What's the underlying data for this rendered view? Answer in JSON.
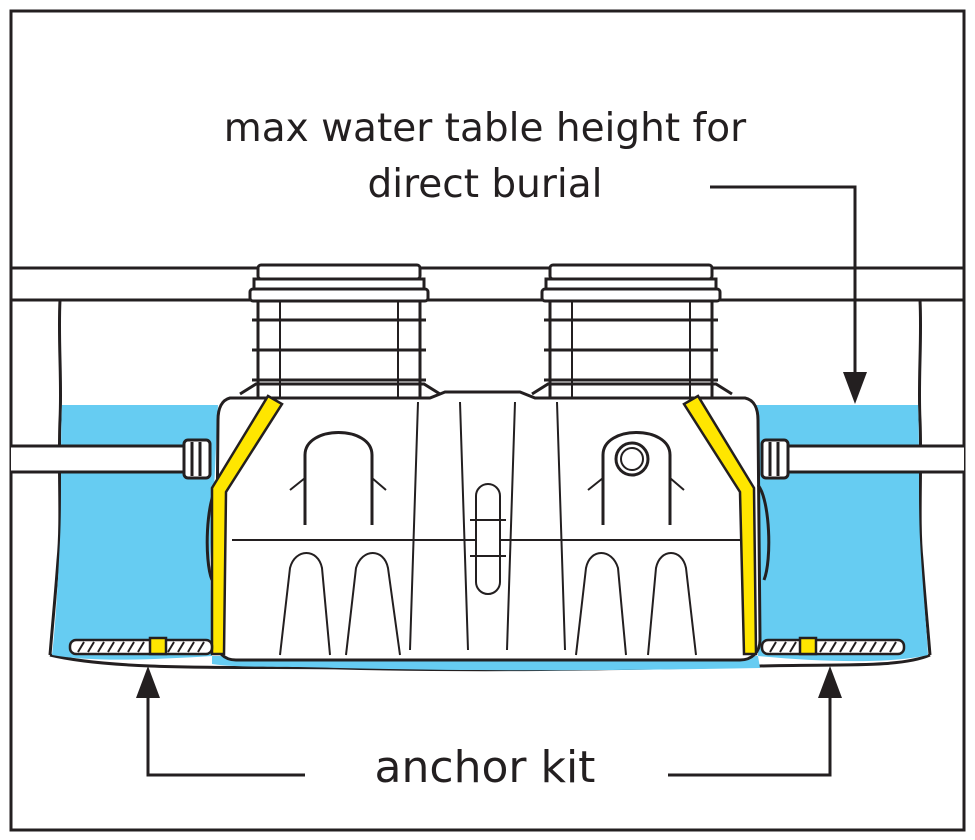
{
  "labels": {
    "water_table_line1": "max water table height for",
    "water_table_line2": "direct burial",
    "anchor_kit": "anchor kit"
  },
  "colors": {
    "outline": "#231f20",
    "water": "#66ccf2",
    "strap": "#ffe600",
    "background": "#ffffff"
  },
  "icons": [
    "arrow-down-icon",
    "arrow-up-icon"
  ]
}
